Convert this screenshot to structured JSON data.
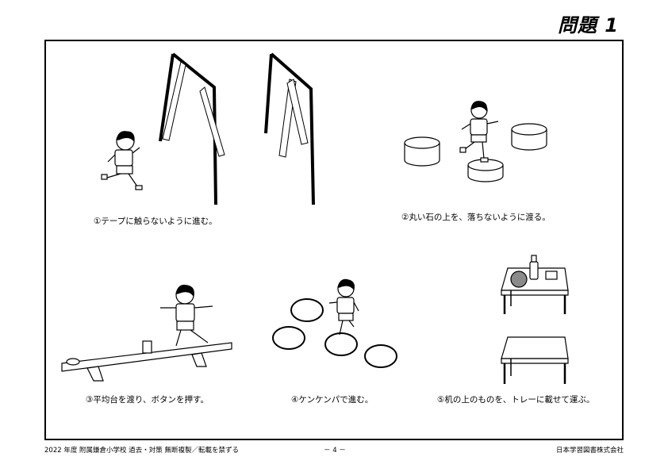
{
  "header": {
    "title": "問題 1"
  },
  "tasks": [
    {
      "label": "①テープに触らないように進む。"
    },
    {
      "label": "②丸い石の上を、落ちないように渡る。"
    },
    {
      "label": "③平均台を渡り、ボタンを押す。"
    },
    {
      "label": "④ケンケンパで進む。"
    },
    {
      "label": "⑤机の上のものを、トレーに載せて運ぶ。"
    }
  ],
  "footer": {
    "left": "2022 年度  附属鎌倉小学校  過去・対策  無断複製／転載を禁ずる",
    "page": "－ 4 －",
    "right": "日本学習図書株式会社"
  }
}
